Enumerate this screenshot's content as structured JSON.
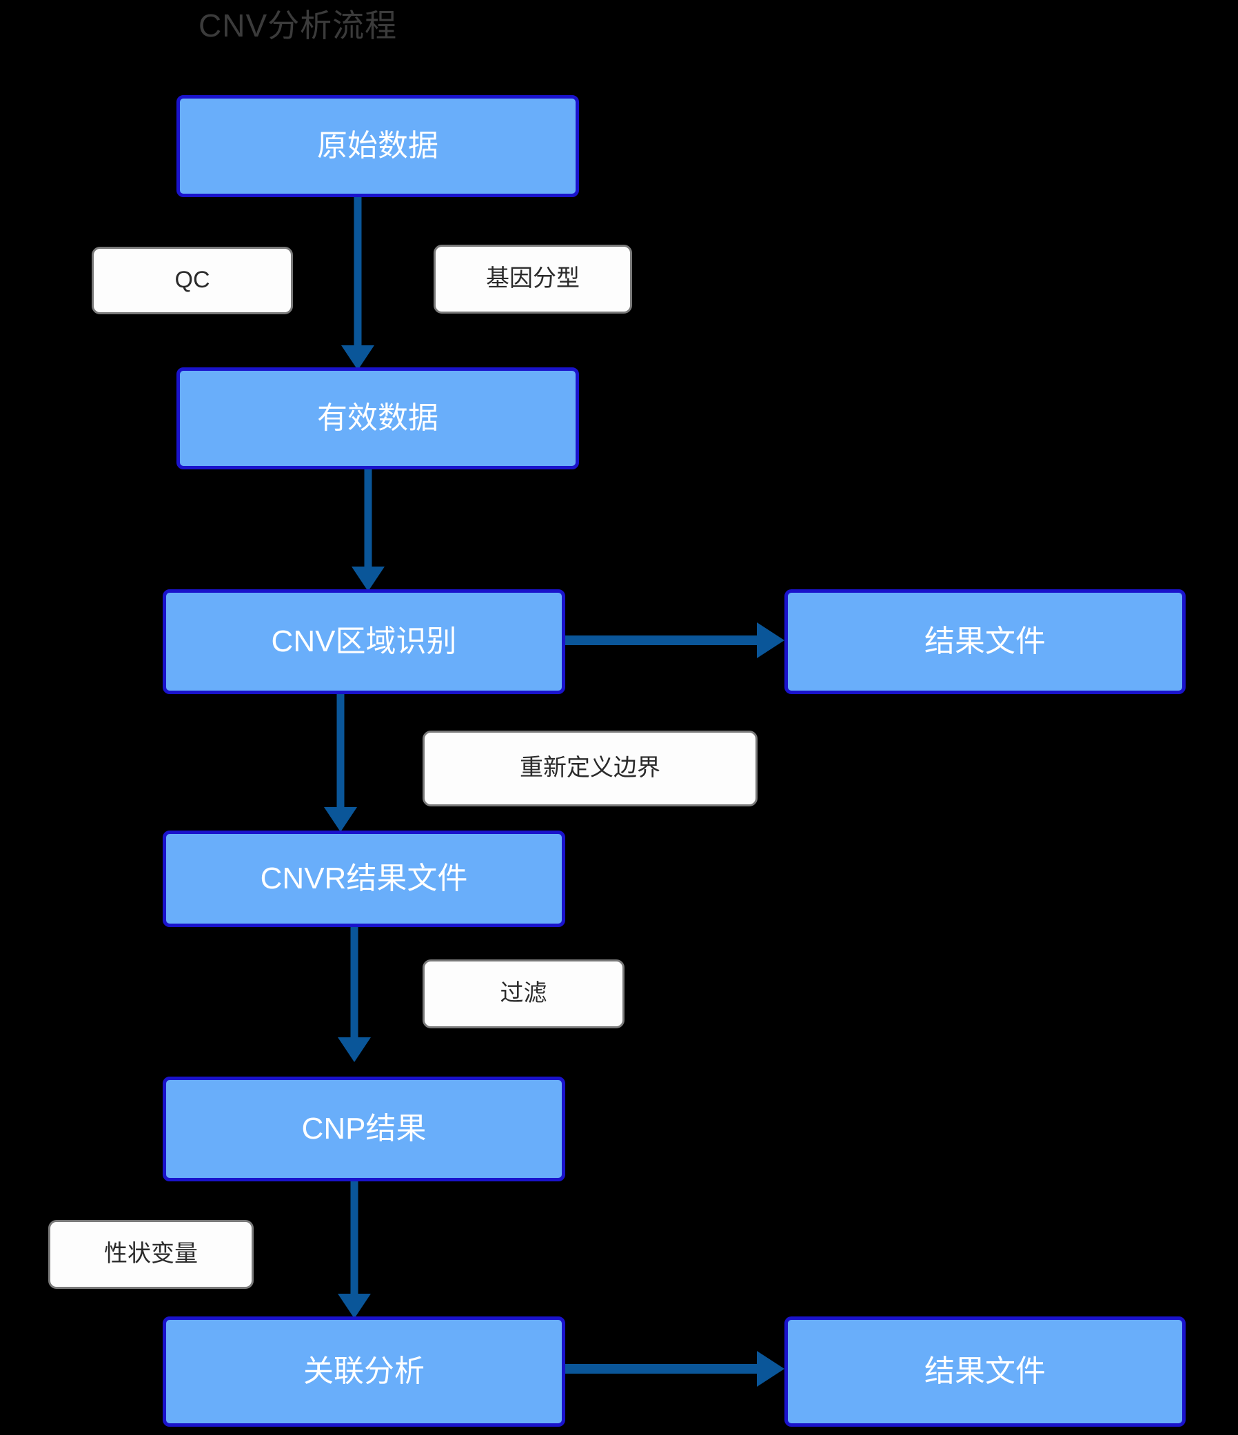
{
  "diagram": {
    "title": "CNV分析流程",
    "background_color": "#000000",
    "title_color": "#3b3b3b",
    "node_fill_color": "#69aefa",
    "node_border_color": "#1a13cc",
    "node_text_color": "#ffffff",
    "label_fill_color": "#fdfdfd",
    "label_border_color": "#7a7a7a",
    "label_text_color": "#2b2b2b",
    "arrow_color": "#0a5699"
  },
  "nodes": [
    {
      "id": "raw-data",
      "label": "原始数据"
    },
    {
      "id": "valid-data",
      "label": "有效数据"
    },
    {
      "id": "cnv-region",
      "label": "CNV区域识别"
    },
    {
      "id": "result-file-1",
      "label": "结果文件"
    },
    {
      "id": "cnvr-result",
      "label": "CNVR结果文件"
    },
    {
      "id": "cnp-result",
      "label": "CNP结果"
    },
    {
      "id": "association",
      "label": "关联分析"
    },
    {
      "id": "result-file-2",
      "label": "结果文件"
    }
  ],
  "edge_labels": [
    {
      "id": "qc",
      "label": "QC"
    },
    {
      "id": "genotyping",
      "label": "基因分型"
    },
    {
      "id": "redefine",
      "label": "重新定义边界"
    },
    {
      "id": "filter",
      "label": "过滤"
    },
    {
      "id": "trait-var",
      "label": "性状变量"
    }
  ],
  "edges": [
    {
      "from": "raw-data",
      "to": "valid-data",
      "direction": "down"
    },
    {
      "from": "valid-data",
      "to": "cnv-region",
      "direction": "down"
    },
    {
      "from": "cnv-region",
      "to": "result-file-1",
      "direction": "right"
    },
    {
      "from": "cnv-region",
      "to": "cnvr-result",
      "direction": "down"
    },
    {
      "from": "cnvr-result",
      "to": "cnp-result",
      "direction": "down"
    },
    {
      "from": "cnp-result",
      "to": "association",
      "direction": "down"
    },
    {
      "from": "association",
      "to": "result-file-2",
      "direction": "right"
    }
  ]
}
